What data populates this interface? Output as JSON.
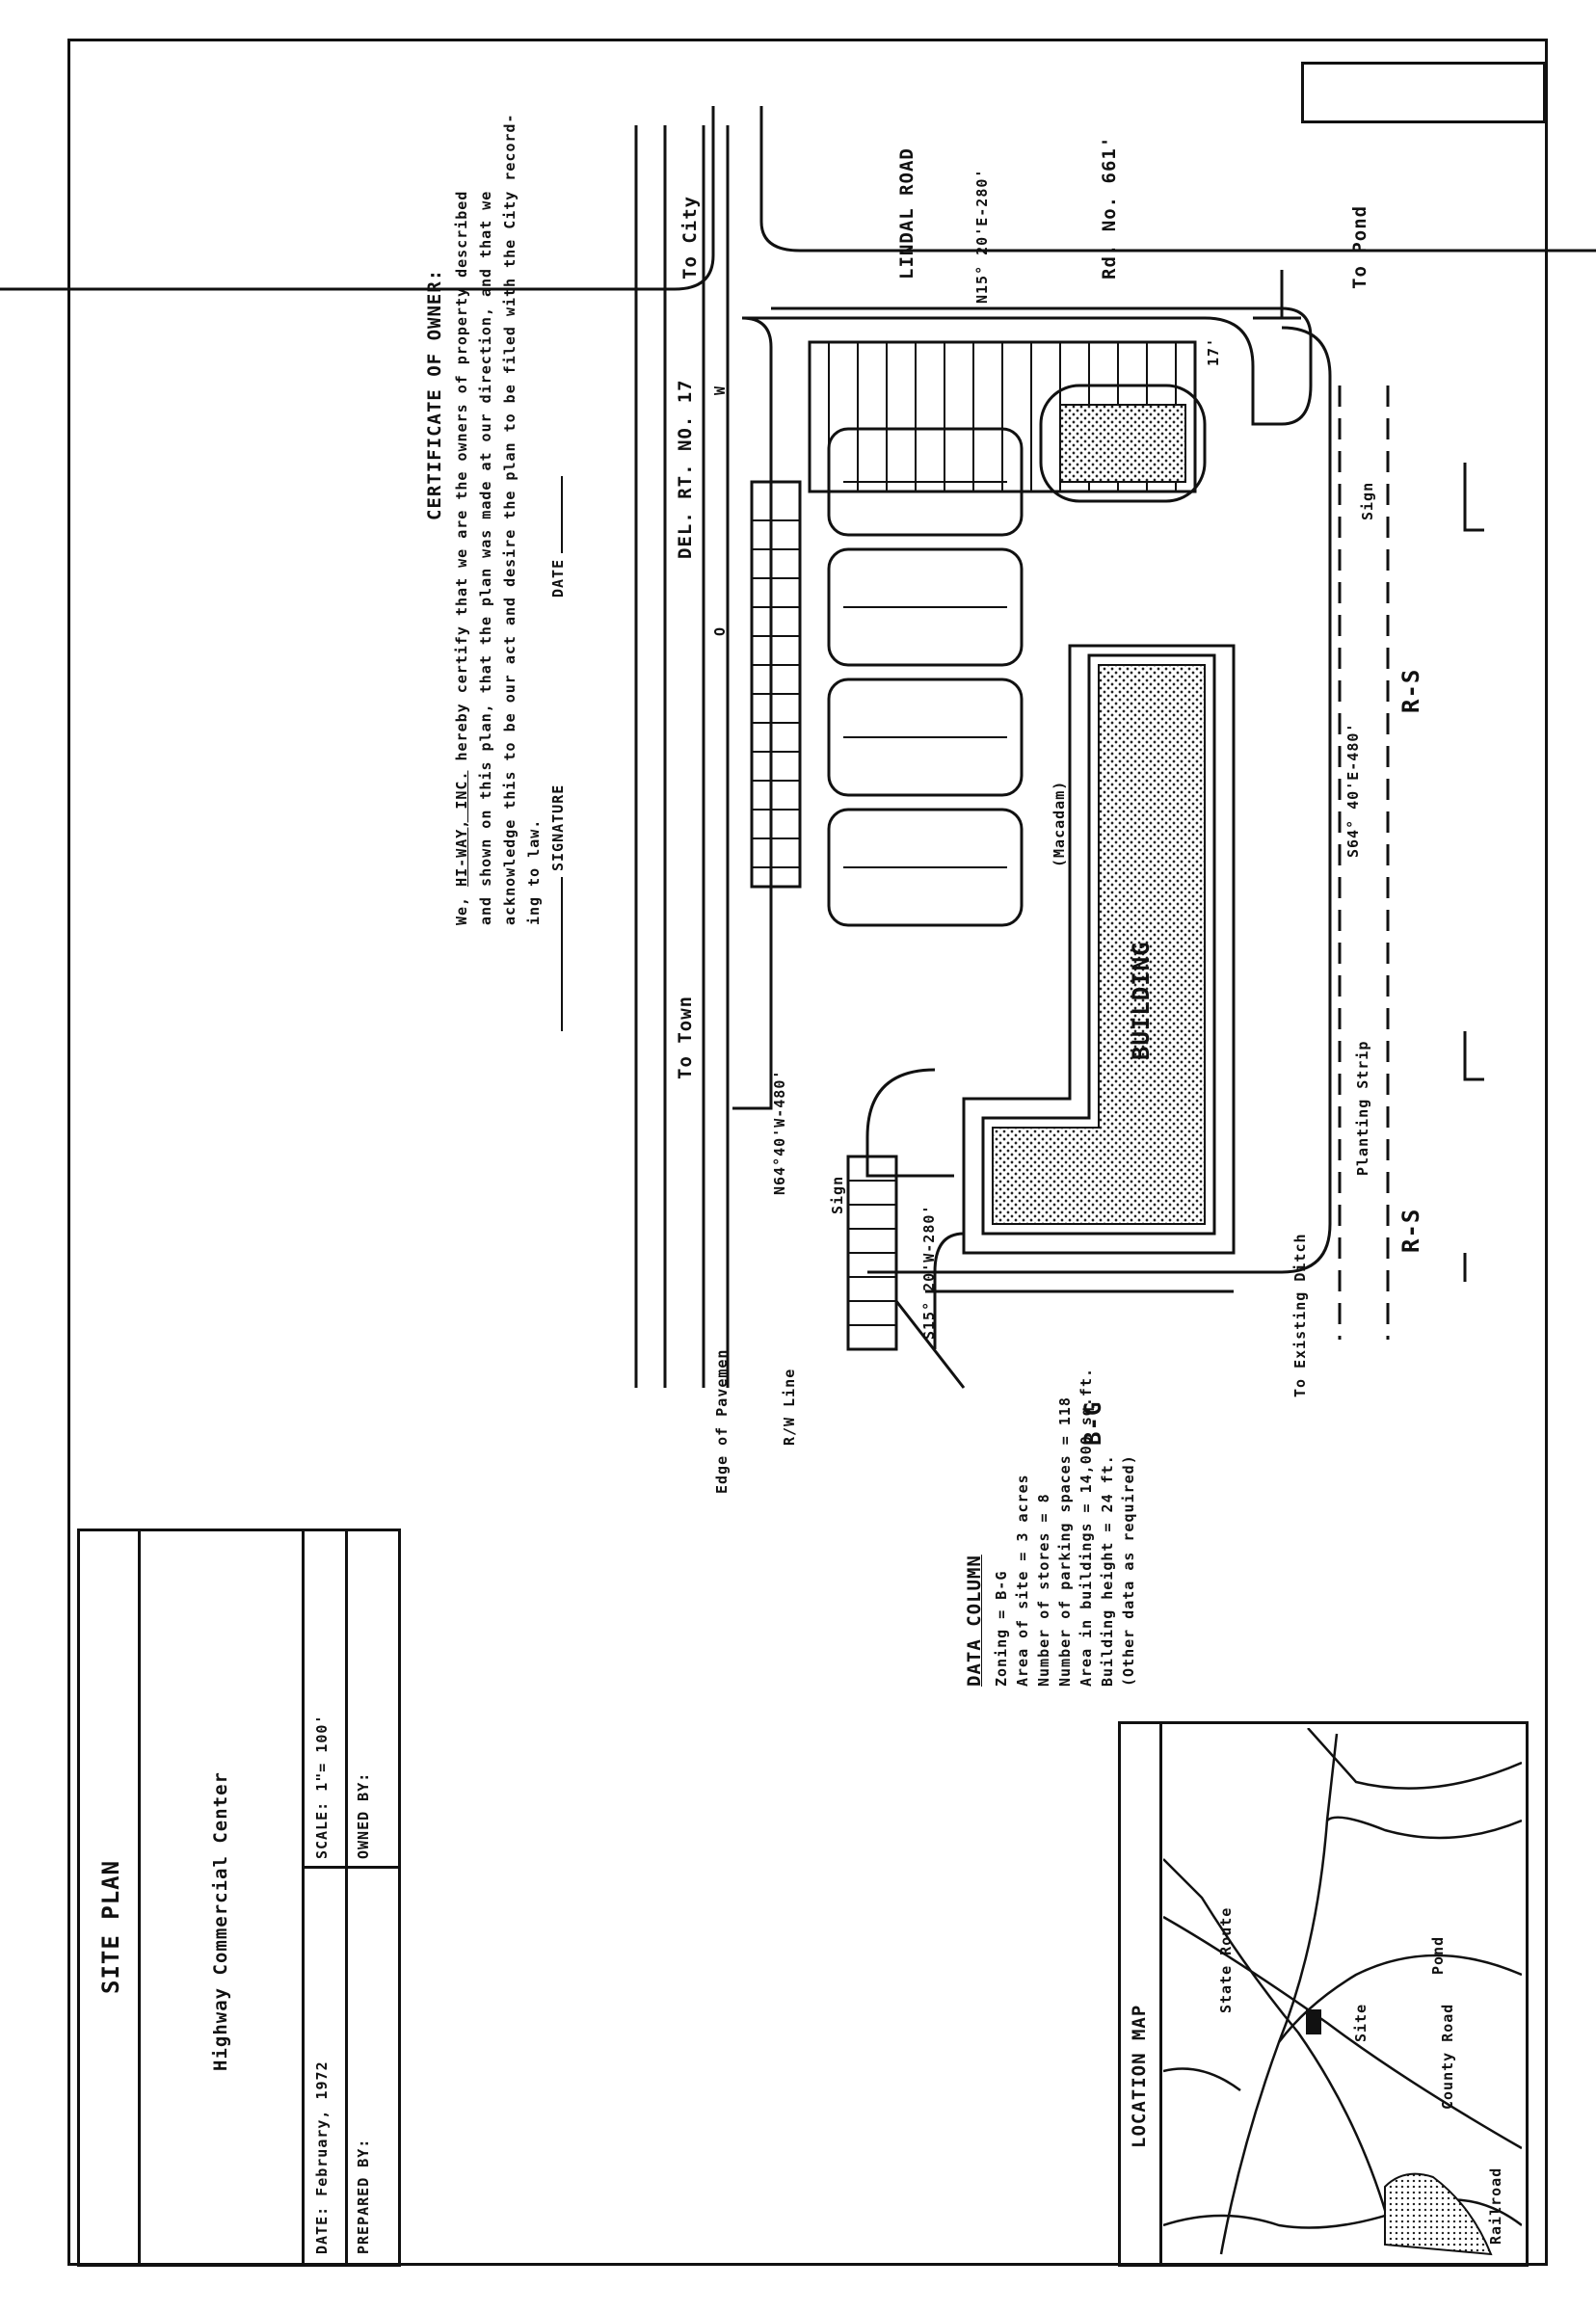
{
  "road": {
    "name": "LINDAL ROAD",
    "number": "Rd. No. 661'"
  },
  "bearings": {
    "north": "N15° 20'E-280'",
    "east": "S64° 40'E-480'",
    "south": "S15° 20'W-280'",
    "west": "N64°40'W-480'"
  },
  "labels": {
    "to_pond": "To Pond",
    "to_city": "To City",
    "to_town": "To Town",
    "del_rt": "DEL. RT. NO. 17",
    "sign_top": "Sign",
    "sign_bottom": "Sign",
    "planting_strip": "Planting Strip",
    "to_existing_ditch": "To Existing Ditch",
    "rw_line": "R/W Line",
    "edge_of_pavement": "Edge of Pavemen",
    "macadam": "(Macadam)",
    "building": "BUILDING",
    "zone_rs_1": "R-S",
    "zone_rs_2": "R-S",
    "zone_bg": "B-G",
    "marker_17": "17'",
    "marker_w": "W",
    "marker_o": "O"
  },
  "certificate": {
    "heading": "CERTIFICATE OF OWNER:",
    "line1_pre": "We, ",
    "owner": "HI-WAY, INC.",
    "line1_post": " hereby certify that we are the owners of property described",
    "line2": "and shown on this plan, that the plan was made at our direction, and that we",
    "line3": "acknowledge this to be our act and desire the plan to be filed with the City record-",
    "line4": "ing to law.",
    "date_label": "DATE",
    "signature_label": "SIGNATURE"
  },
  "data_column": {
    "heading": "DATA COLUMN",
    "items": [
      "Zoning = B-G",
      "Area of site = 3 acres",
      "Number of stores = 8",
      "Number of parking spaces = 118",
      "Area in buildings = 14,000 sq.ft.",
      "Building height = 24 ft.",
      "(Other data as required)"
    ]
  },
  "location_map": {
    "title": "LOCATION   MAP",
    "state_route": "State Route",
    "county_road": "County Road",
    "site": "Site",
    "pond": "Pond",
    "railroad": "Railroad"
  },
  "title_block": {
    "title": "SITE   PLAN",
    "subtitle": "Highway  Commercial  Center",
    "date": "DATE: February,  1972",
    "scale": "SCALE:  1\"= 100'",
    "prepared_by": "PREPARED BY:",
    "owned_by": "OWNED BY:"
  }
}
